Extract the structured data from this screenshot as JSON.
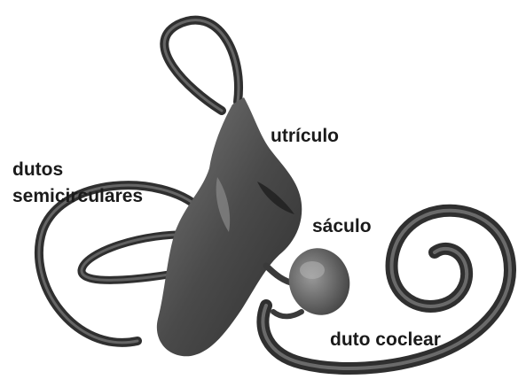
{
  "labels": {
    "utricle": "utrículo",
    "semicircular_line1": "dutos",
    "semicircular_line2": "semicirculares",
    "saccule": "sáculo",
    "cochlear_duct": "duto coclear"
  },
  "colors": {
    "background": "#ffffff",
    "tissue_dark": "#3a3a3a",
    "tissue_mid": "#6b6b6b",
    "tissue_light": "#9a9a9a",
    "label_text": "#1a1a1a"
  }
}
